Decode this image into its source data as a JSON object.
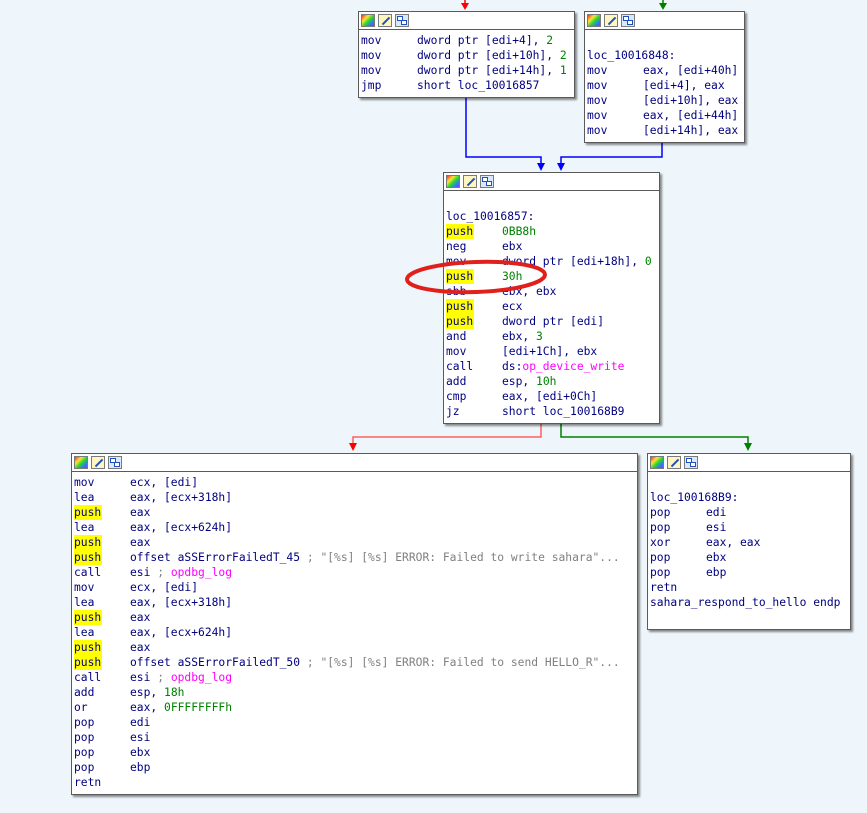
{
  "colors": {
    "background": "#eef6fb",
    "edge_false": "#ff0000",
    "edge_true": "#008000",
    "edge_jump": "#0000ff",
    "mnemonic": "#000080",
    "immediate": "#008000",
    "comment": "#808080",
    "symbol_ref": "#ff00ff",
    "push_highlight": "#ffff00",
    "circle_annotation": "#e0201a"
  },
  "toolbar_icons": [
    "color-palette-icon",
    "edit-pencil-icon",
    "graph-overview-icon"
  ],
  "nodes": {
    "top_left": {
      "lines": [
        {
          "mn": "mov",
          "op": "dword ptr [edi+4], ",
          "imm": "2"
        },
        {
          "mn": "mov",
          "op": "dword ptr [edi+10h], ",
          "imm": "2"
        },
        {
          "mn": "mov",
          "op": "dword ptr [edi+14h], ",
          "imm": "1"
        },
        {
          "mn": "jmp",
          "op": "short loc_10016857"
        }
      ]
    },
    "top_right": {
      "label": "loc_10016848:",
      "lines": [
        {
          "mn": "mov",
          "op": "eax, [edi+40h]"
        },
        {
          "mn": "mov",
          "op": "[edi+4], eax"
        },
        {
          "mn": "mov",
          "op": "[edi+10h], eax"
        },
        {
          "mn": "mov",
          "op": "eax, [edi+44h]"
        },
        {
          "mn": "mov",
          "op": "[edi+14h], eax"
        }
      ]
    },
    "middle": {
      "label": "loc_10016857:",
      "lines": [
        {
          "mn": "push",
          "hl": true,
          "op": "",
          "imm": "0BB8h"
        },
        {
          "mn": "neg",
          "op": "ebx"
        },
        {
          "mn": "mov",
          "op": "dword ptr [edi+18h], ",
          "imm": "0"
        },
        {
          "mn": "push",
          "hl": true,
          "op": "",
          "imm": "30h"
        },
        {
          "mn": "sbb",
          "op": "ebx, ebx"
        },
        {
          "mn": "push",
          "hl": true,
          "op": "ecx"
        },
        {
          "mn": "push",
          "hl": true,
          "op": "dword ptr [edi]"
        },
        {
          "mn": "and",
          "op": "ebx, ",
          "imm": "3"
        },
        {
          "mn": "mov",
          "op": "[edi+1Ch], ebx"
        },
        {
          "mn": "call",
          "op": "ds:",
          "ref": "op_device_write"
        },
        {
          "mn": "add",
          "op": "esp, ",
          "imm": "10h"
        },
        {
          "mn": "cmp",
          "op": "eax, [edi+0Ch]"
        },
        {
          "mn": "jz",
          "op": "short loc_100168B9"
        }
      ]
    },
    "bottom_left": {
      "lines": [
        {
          "mn": "mov",
          "op": "ecx, [edi]"
        },
        {
          "mn": "lea",
          "op": "eax, [ecx+318h]"
        },
        {
          "mn": "push",
          "hl": true,
          "op": "eax"
        },
        {
          "mn": "lea",
          "op": "eax, [ecx+624h]"
        },
        {
          "mn": "push",
          "hl": true,
          "op": "eax"
        },
        {
          "mn": "push",
          "hl": true,
          "op": "offset aSSErrorFailedT_45 ",
          "cmt": "; \"[%s] [%s] ERROR: Failed to write sahara\"..."
        },
        {
          "mn": "call",
          "op": "esi ",
          "cmt": "; ",
          "ref": "opdbg_log"
        },
        {
          "mn": "mov",
          "op": "ecx, [edi]"
        },
        {
          "mn": "lea",
          "op": "eax, [ecx+318h]"
        },
        {
          "mn": "push",
          "hl": true,
          "op": "eax"
        },
        {
          "mn": "lea",
          "op": "eax, [ecx+624h]"
        },
        {
          "mn": "push",
          "hl": true,
          "op": "eax"
        },
        {
          "mn": "push",
          "hl": true,
          "op": "offset aSSErrorFailedT_50 ",
          "cmt": "; \"[%s] [%s] ERROR: Failed to send HELLO_R\"..."
        },
        {
          "mn": "call",
          "op": "esi ",
          "cmt": "; ",
          "ref": "opdbg_log"
        },
        {
          "mn": "add",
          "op": "esp, ",
          "imm": "18h"
        },
        {
          "mn": "or",
          "op": "eax, ",
          "imm": "0FFFFFFFFh"
        },
        {
          "mn": "pop",
          "op": "edi"
        },
        {
          "mn": "pop",
          "op": "esi"
        },
        {
          "mn": "pop",
          "op": "ebx"
        },
        {
          "mn": "pop",
          "op": "ebp"
        },
        {
          "mn": "retn",
          "op": ""
        }
      ]
    },
    "bottom_right": {
      "label": "loc_100168B9:",
      "lines": [
        {
          "mn": "pop",
          "op": "edi"
        },
        {
          "mn": "pop",
          "op": "esi"
        },
        {
          "mn": "xor",
          "op": "eax, eax"
        },
        {
          "mn": "pop",
          "op": "ebx"
        },
        {
          "mn": "pop",
          "op": "ebp"
        },
        {
          "mn": "retn",
          "op": ""
        }
      ],
      "footer": "sahara_respond_to_hello endp"
    }
  }
}
